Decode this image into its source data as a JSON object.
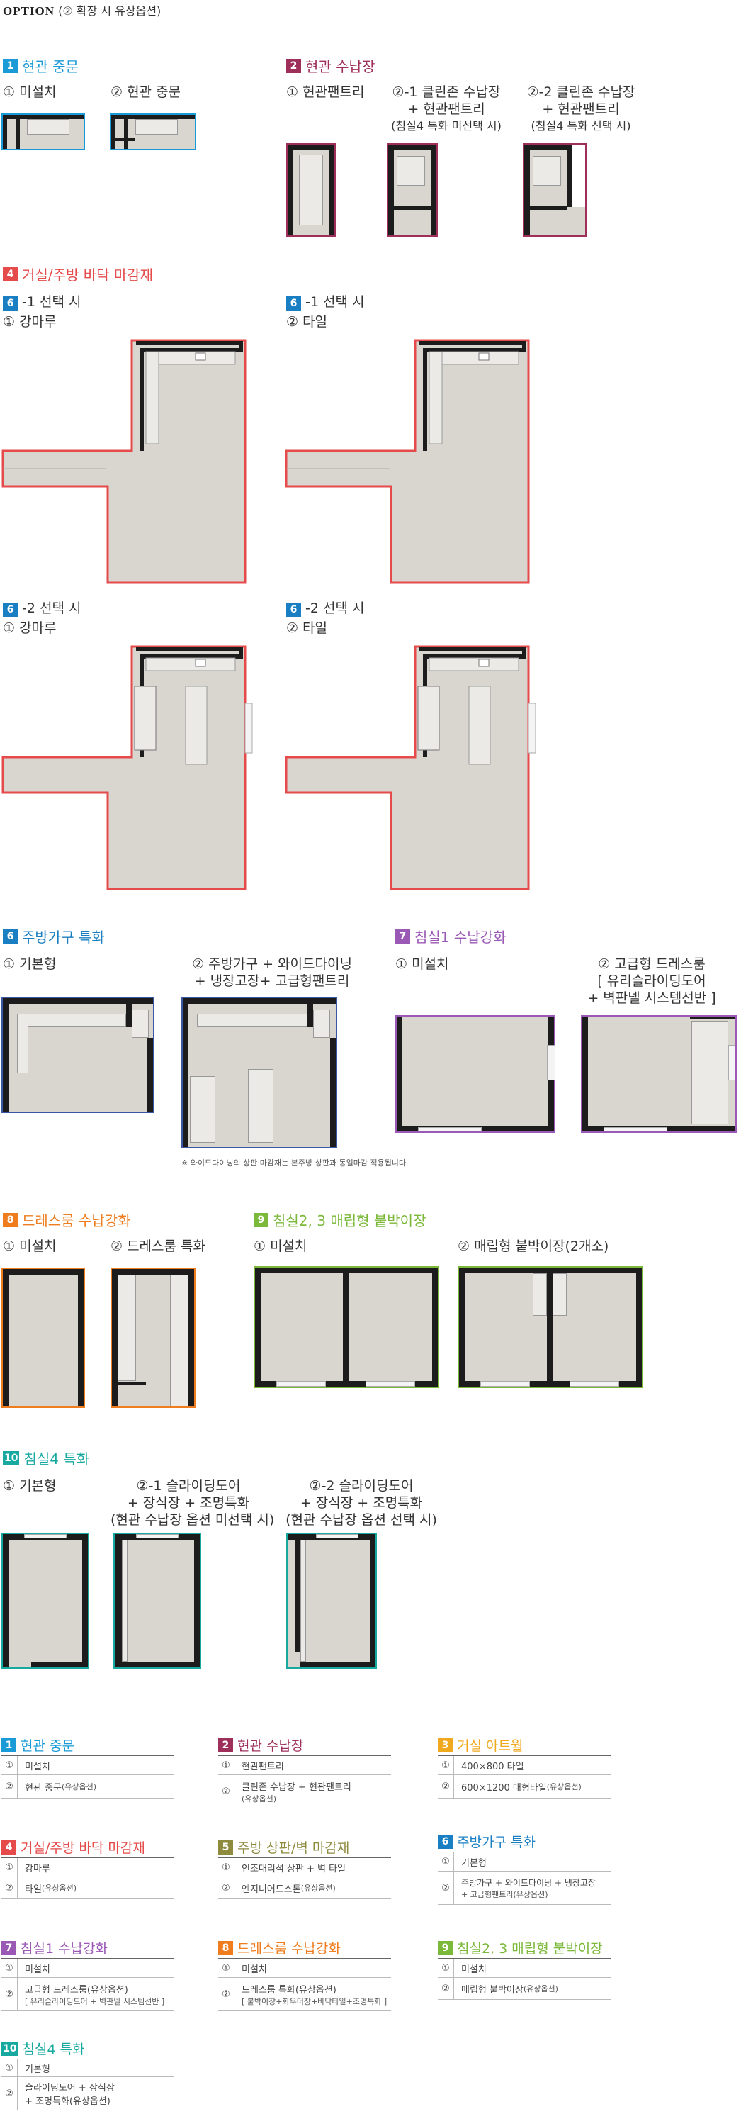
{
  "colors": {
    "blue": "#1a9ad6",
    "maroon": "#9e2f5a",
    "red": "#e54b4b",
    "cyan": "#1a7fc2",
    "purple": "#9b59b6",
    "orange": "#ef7d1e",
    "green": "#7cb93a",
    "teal": "#17a8a0",
    "gold": "#f0a81e",
    "olive": "#8e8a3e",
    "navy": "#3a57a6"
  },
  "header": {
    "title": "OPTION",
    "subtitle": "(② 확장 시 유상옵션)"
  },
  "sections": {
    "s1": {
      "num": "1",
      "title": "현관 중문",
      "opt1": "① 미설치",
      "opt2": "② 현관 중문"
    },
    "s2": {
      "num": "2",
      "title": "현관 수납장",
      "opt1": "① 현관팬트리",
      "opt2a": "②-1 클린존 수납장",
      "opt2b": "+ 현관팬트리",
      "opt2c": "(침실4 특화 미선택 시)",
      "opt3a": "②-2 클린존 수납장",
      "opt3b": "+ 현관팬트리",
      "opt3c": "(침실4 특화 선택 시)"
    },
    "s4": {
      "num": "4",
      "title": "거실/주방 바닥 마감재",
      "a_num": "6",
      "a_sel": "-1 선택 시",
      "a_opt1": "① 강마루",
      "b_num": "6",
      "b_sel": "-1 선택 시",
      "b_opt2": "② 타일",
      "c_num": "6",
      "c_sel": "-2 선택 시",
      "c_opt1": "① 강마루",
      "d_num": "6",
      "d_sel": "-2 선택 시",
      "d_opt2": "② 타일"
    },
    "s6": {
      "num": "6",
      "title": "주방가구 특화",
      "opt1": "① 기본형",
      "opt2a": "② 주방가구 + 와이드다이닝",
      "opt2b": "+ 냉장고장+ 고급형팬트리",
      "note": "※ 와이드다이닝의 상판 마감재는 본주방 상판과 동일마감 적용됩니다."
    },
    "s7": {
      "num": "7",
      "title": "침실1 수납강화",
      "opt1": "① 미설치",
      "opt2a": "② 고급형 드레스룸",
      "opt2b": "[ 유리슬라이딩도어",
      "opt2c": "+ 벽판넬 시스템선반 ]"
    },
    "s8": {
      "num": "8",
      "title": "드레스룸 수납강화",
      "opt1": "① 미설치",
      "opt2": "② 드레스룸 특화"
    },
    "s9": {
      "num": "9",
      "title": "침실2, 3 매립형 붙박이장",
      "opt1": "① 미설치",
      "opt2": "② 매립형 붙박이장(2개소)"
    },
    "s10": {
      "num": "10",
      "title": "침실4 특화",
      "opt1": "① 기본형",
      "opt2a": "②-1 슬라이딩도어",
      "opt2b": "+ 장식장 + 조명특화",
      "opt2c": "(현관 수납장 옵션 미선택 시)",
      "opt3a": "②-2 슬라이딩도어",
      "opt3b": "+ 장식장 + 조명특화",
      "opt3c": "(현관 수납장 옵션 선택 시)"
    }
  },
  "summary": [
    {
      "num": "1",
      "title": "현관 중문",
      "rows": [
        {
          "n": "①",
          "v": "미설치",
          "sub": ""
        },
        {
          "n": "②",
          "v": "현관 중문",
          "sub": "(유상옵션)"
        }
      ]
    },
    {
      "num": "2",
      "title": "현관 수납장",
      "rows": [
        {
          "n": "①",
          "v": "현관팬트리",
          "sub": ""
        },
        {
          "n": "②",
          "v": "클린존 수납장 + 현관팬트리",
          "sub": "(유상옵션)"
        }
      ]
    },
    {
      "num": "3",
      "title": "거실 아트월",
      "rows": [
        {
          "n": "①",
          "v": "400×800 타일",
          "sub": ""
        },
        {
          "n": "②",
          "v": "600×1200 대형타일",
          "sub": "(유상옵션)"
        }
      ]
    },
    {
      "num": "4",
      "title": "거실/주방 바닥 마감재",
      "rows": [
        {
          "n": "①",
          "v": "강마루",
          "sub": ""
        },
        {
          "n": "②",
          "v": "타일",
          "sub": "(유상옵션)"
        }
      ]
    },
    {
      "num": "5",
      "title": "주방 상판/벽 마감재",
      "rows": [
        {
          "n": "①",
          "v": "인조대리석 상판 + 벽 타일",
          "sub": ""
        },
        {
          "n": "②",
          "v": "엔지니어드스톤",
          "sub": "(유상옵션)"
        }
      ]
    },
    {
      "num": "6",
      "title": "주방가구 특화",
      "rows": [
        {
          "n": "①",
          "v": "기본형",
          "sub": ""
        },
        {
          "n": "②",
          "v": "주방가구 + 와이드다이닝 + 냉장고장",
          "sub": "+ 고급형팬트리(유상옵션)"
        }
      ]
    },
    {
      "num": "7",
      "title": "침실1 수납강화",
      "rows": [
        {
          "n": "①",
          "v": "미설치",
          "sub": ""
        },
        {
          "n": "②",
          "v": "고급형 드레스룸(유상옵션)",
          "sub": "[ 유리슬라이딩도어 + 벽판넬 시스템선반 ]"
        }
      ]
    },
    {
      "num": "8",
      "title": "드레스룸 수납강화",
      "rows": [
        {
          "n": "①",
          "v": "미설치",
          "sub": ""
        },
        {
          "n": "②",
          "v": "드레스룸 특화(유상옵션)",
          "sub": "[ 붙박이장+화우더장+바닥타일+조명특화 ]"
        }
      ]
    },
    {
      "num": "9",
      "title": "침실2, 3 매립형 붙박이장",
      "rows": [
        {
          "n": "①",
          "v": "미설치",
          "sub": ""
        },
        {
          "n": "②",
          "v": "매립형 붙박이장",
          "sub": "(유상옵션)"
        }
      ]
    },
    {
      "num": "10",
      "title": "침실4 특화",
      "rows": [
        {
          "n": "①",
          "v": "기본형",
          "sub": ""
        },
        {
          "n": "②",
          "v": "슬라이딩도어 + 장식장",
          "sub": "+ 조명특화(유상옵션)"
        }
      ]
    }
  ]
}
